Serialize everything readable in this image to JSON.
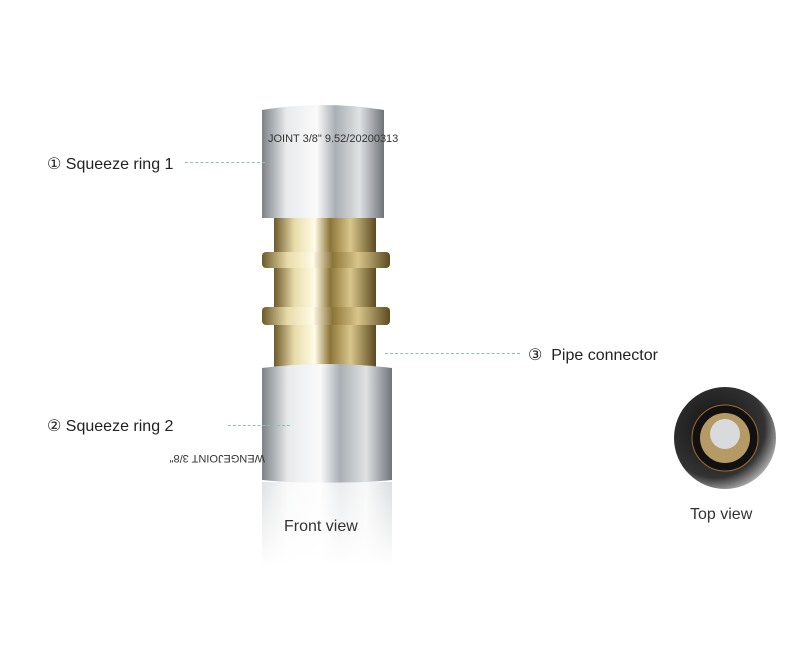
{
  "parts": [
    {
      "marker": "①",
      "name": "Squeeze ring 1"
    },
    {
      "marker": "②",
      "name": "Squeeze ring 2"
    },
    {
      "marker": "③",
      "name": "Pipe connector"
    }
  ],
  "engraving": {
    "top": "JOINT 3/8\" 9.52/20200313",
    "bottom": "WENGEJOINT 3/8\""
  },
  "captions": {
    "front": "Front view",
    "top": "Top view"
  },
  "colors": {
    "silver": "#c8ccd0",
    "gold": "#b8a064",
    "leader": "#8fbcbc",
    "text": "#222222"
  }
}
